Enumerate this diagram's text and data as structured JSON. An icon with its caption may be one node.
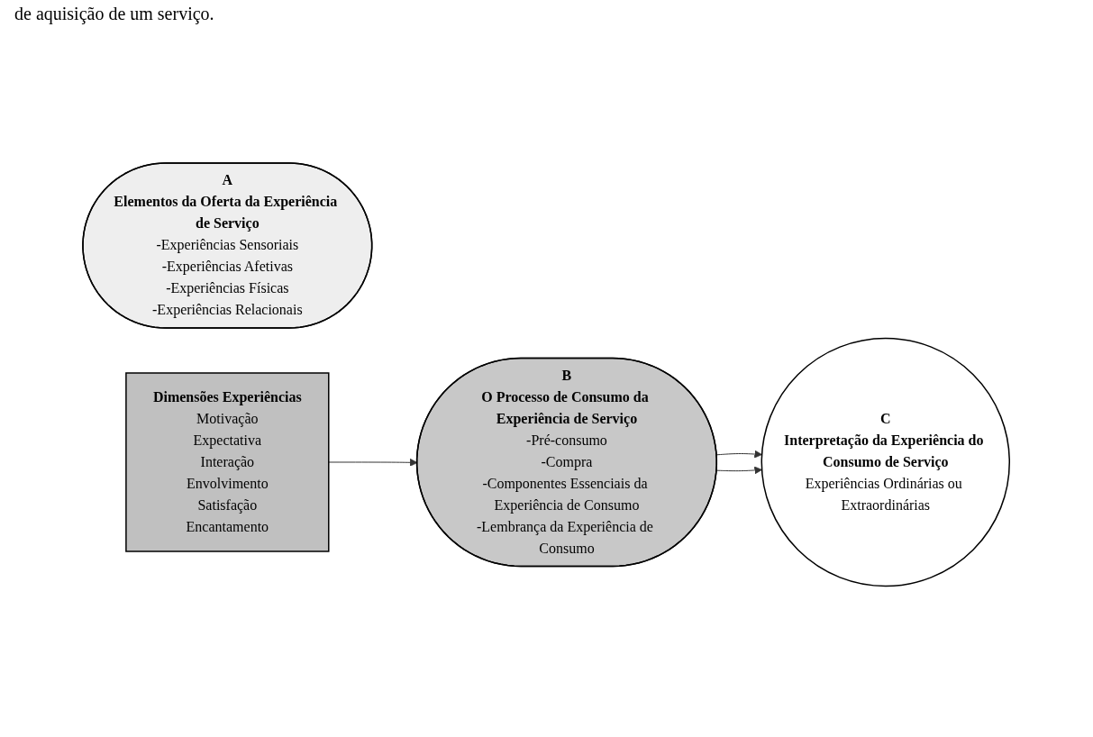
{
  "diagram": {
    "nodes": [
      {
        "text": [
          "A",
          "Elementos da Oferta da Experiência de Serviço",
          "-Experiências Sensoriais",
          "-Experiências Afetivas",
          "-Experiências Físicas",
          "-Experiências Relacionais"
        ]
      },
      {
        "text": [
          "B",
          "O Processo de Consumo da Experiência de Serviço",
          "-Pré-consumo",
          "-Compra",
          "-Componentes Essenciais da Experiência de Consumo",
          "-Lembrança da Experiência de Consumo"
        ]
      },
      {
        "text": [
          "C",
          "Interpretação da Experiência do Consumo de Serviço",
          "Experiências Ordinárias ou Extraordinárias"
        ]
      },
      {
        "text": [
          "Dimensões Experiências",
          "Motivação",
          "Expectativa",
          "Interação",
          "Envolvimento",
          "Satisfação",
          "Encantamento"
        ]
      }
    ],
    "edges": [
      {
        "from": 1,
        "to": 2,
        "arrow": "to"
      },
      {
        "from": 1,
        "to": 2,
        "arrow": "to"
      },
      {
        "from": 3,
        "to": 1,
        "arrow": "to"
      }
    ],
    "labels": [
      "de aquisição de um serviço."
    ]
  }
}
